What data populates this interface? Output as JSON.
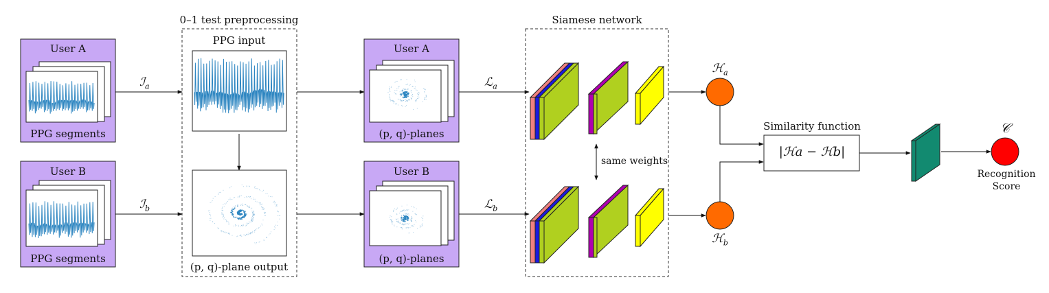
{
  "diagram": {
    "inputs": [
      {
        "user": "User A",
        "caption": "PPG segments",
        "edge": "ℐ",
        "edge_sub": "a"
      },
      {
        "user": "User B",
        "caption": "PPG segments",
        "edge": "ℐ",
        "edge_sub": "b"
      }
    ],
    "preprocessing": {
      "title": "0–1 test preprocessing",
      "input_label": "PPG input",
      "output_label": "(p, q)-plane output"
    },
    "planes": [
      {
        "user": "User A",
        "caption": "(p, q)-planes",
        "edge": "ℒ",
        "edge_sub": "a"
      },
      {
        "user": "User B",
        "caption": "(p, q)-planes",
        "edge": "ℒ",
        "edge_sub": "b"
      }
    ],
    "siamese": {
      "title": "Siamese network",
      "shared_label": "same weights"
    },
    "embeddings": [
      {
        "symbol": "ℋ",
        "sub": "a"
      },
      {
        "symbol": "ℋ",
        "sub": "b"
      }
    ],
    "similarity": {
      "title": "Similarity function",
      "formula": "|ℋa − ℋb|"
    },
    "output": {
      "symbol": "𝒞",
      "caption_line1": "Recognition",
      "caption_line2": "Score"
    },
    "colors": {
      "user_box": "#c8a8f5",
      "embedding_node": "#ff6a00",
      "score_node": "#ff0000",
      "conv_green": "#b0d01f",
      "conv_magenta": "#b000b0",
      "conv_yellow": "#ffff00",
      "conv_blue": "#1a1ae0",
      "conv_salmon": "#f08080",
      "dense_teal": "#128a70",
      "signal": "#2e86c1"
    }
  }
}
